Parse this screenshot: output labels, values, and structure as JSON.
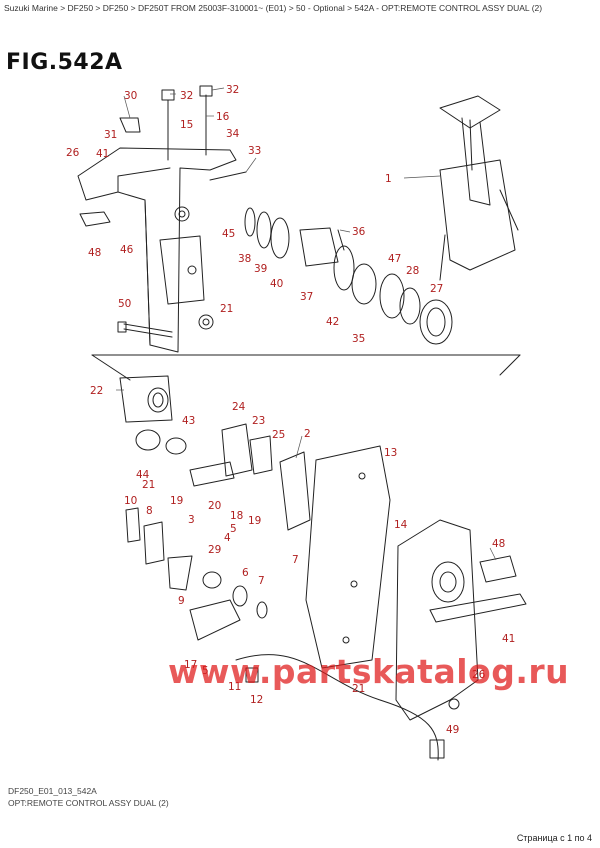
{
  "breadcrumb": "Suzuki Marine > DF250 > DF250 > DF250T  FROM 25003F-310001~ (E01) > 50 - Optional > 542A - OPT:REMOTE CONTROL ASSY DUAL (2)",
  "figure_title": "FIG.542A",
  "watermark": "www.partskatalog.ru",
  "footer": {
    "code": "DF250_E01_013_542A",
    "description": "OPT:REMOTE CONTROL ASSY DUAL (2)"
  },
  "pager": "Страница с 1 по 4",
  "colors": {
    "part_number": "#b02020",
    "watermark": "#e01a1a",
    "line_art": "#222222"
  },
  "callouts": [
    {
      "id": "c1",
      "label": "1"
    },
    {
      "id": "c2",
      "label": "2"
    },
    {
      "id": "c3",
      "label": "3"
    },
    {
      "id": "c4",
      "label": "4"
    },
    {
      "id": "c5a",
      "label": "5"
    },
    {
      "id": "c5b",
      "label": "5"
    },
    {
      "id": "c6",
      "label": "6"
    },
    {
      "id": "c7a",
      "label": "7"
    },
    {
      "id": "c7b",
      "label": "7"
    },
    {
      "id": "c8",
      "label": "8"
    },
    {
      "id": "c9",
      "label": "9"
    },
    {
      "id": "c10",
      "label": "10"
    },
    {
      "id": "c11",
      "label": "11"
    },
    {
      "id": "c12",
      "label": "12"
    },
    {
      "id": "c13",
      "label": "13"
    },
    {
      "id": "c14",
      "label": "14"
    },
    {
      "id": "c15",
      "label": "15"
    },
    {
      "id": "c16",
      "label": "16"
    },
    {
      "id": "c17",
      "label": "17"
    },
    {
      "id": "c18",
      "label": "18"
    },
    {
      "id": "c19a",
      "label": "19"
    },
    {
      "id": "c19b",
      "label": "19"
    },
    {
      "id": "c20",
      "label": "20"
    },
    {
      "id": "c21a",
      "label": "21"
    },
    {
      "id": "c21b",
      "label": "21"
    },
    {
      "id": "c21c",
      "label": "21"
    },
    {
      "id": "c22",
      "label": "22"
    },
    {
      "id": "c23",
      "label": "23"
    },
    {
      "id": "c24",
      "label": "24"
    },
    {
      "id": "c25",
      "label": "25"
    },
    {
      "id": "c26a",
      "label": "26"
    },
    {
      "id": "c26b",
      "label": "26"
    },
    {
      "id": "c27",
      "label": "27"
    },
    {
      "id": "c28",
      "label": "28"
    },
    {
      "id": "c29",
      "label": "29"
    },
    {
      "id": "c30",
      "label": "30"
    },
    {
      "id": "c31",
      "label": "31"
    },
    {
      "id": "c32a",
      "label": "32"
    },
    {
      "id": "c32b",
      "label": "32"
    },
    {
      "id": "c33",
      "label": "33"
    },
    {
      "id": "c34",
      "label": "34"
    },
    {
      "id": "c35",
      "label": "35"
    },
    {
      "id": "c36",
      "label": "36"
    },
    {
      "id": "c37",
      "label": "37"
    },
    {
      "id": "c38",
      "label": "38"
    },
    {
      "id": "c39",
      "label": "39"
    },
    {
      "id": "c40",
      "label": "40"
    },
    {
      "id": "c41a",
      "label": "41"
    },
    {
      "id": "c41b",
      "label": "41"
    },
    {
      "id": "c42",
      "label": "42"
    },
    {
      "id": "c43",
      "label": "43"
    },
    {
      "id": "c44",
      "label": "44"
    },
    {
      "id": "c45",
      "label": "45"
    },
    {
      "id": "c46",
      "label": "46"
    },
    {
      "id": "c47",
      "label": "47"
    },
    {
      "id": "c48a",
      "label": "48"
    },
    {
      "id": "c48b",
      "label": "48"
    },
    {
      "id": "c49",
      "label": "49"
    },
    {
      "id": "c50",
      "label": "50"
    }
  ]
}
